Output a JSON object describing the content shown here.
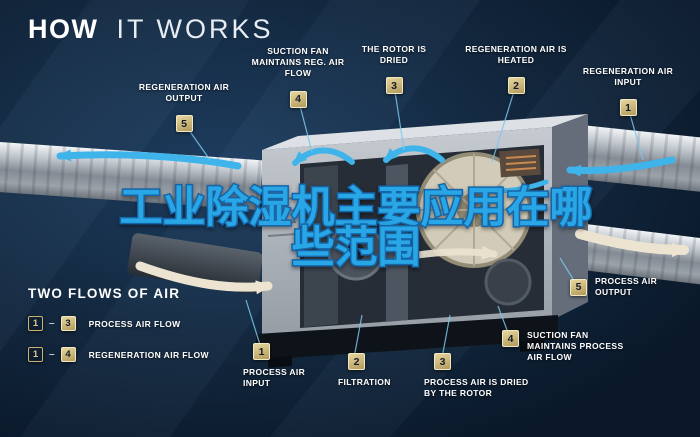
{
  "title": {
    "bold": "HOW",
    "light": "IT WORKS"
  },
  "overlay_text": {
    "line1": "工业除湿机主要应用在哪",
    "line2": "些范围"
  },
  "callouts": {
    "reg_air_output": {
      "num": "5",
      "label": "REGENERATION AIR OUTPUT"
    },
    "suction_fan_reg": {
      "num": "4",
      "label": "SUCTION FAN MAINTAINS REG. AIR FLOW"
    },
    "rotor_dried": {
      "num": "3",
      "label": "THE ROTOR IS DRIED"
    },
    "reg_air_heated": {
      "num": "2",
      "label": "REGENERATION AIR IS HEATED"
    },
    "reg_air_input": {
      "num": "1",
      "label": "REGENERATION AIR INPUT"
    },
    "process_air_output": {
      "num": "5",
      "label": "PROCESS AIR OUTPUT"
    },
    "suction_fan_process": {
      "num": "4",
      "label": "SUCTION FAN MAINTAINS PROCESS AIR FLOW"
    },
    "process_air_dried": {
      "num": "3",
      "label": "PROCESS AIR IS DRIED BY THE ROTOR"
    },
    "filtration": {
      "num": "2",
      "label": "FILTRATION"
    },
    "process_air_input": {
      "num": "1",
      "label": "PROCESS AIR INPUT"
    }
  },
  "legend": {
    "title": "TWO FLOWS OF AIR",
    "separator": "–",
    "rows": [
      {
        "from": "1",
        "to": "3",
        "label": "PROCESS AIR FLOW"
      },
      {
        "from": "1",
        "to": "4",
        "label": "REGENERATION AIR FLOW"
      }
    ]
  },
  "colors": {
    "background_navy": "#12273f",
    "accent_cyan": "#3fb4ea",
    "badge_gold": "#c9b272",
    "overlay_blue": "#28a6e6",
    "cream_arrow": "#ece4d0"
  }
}
